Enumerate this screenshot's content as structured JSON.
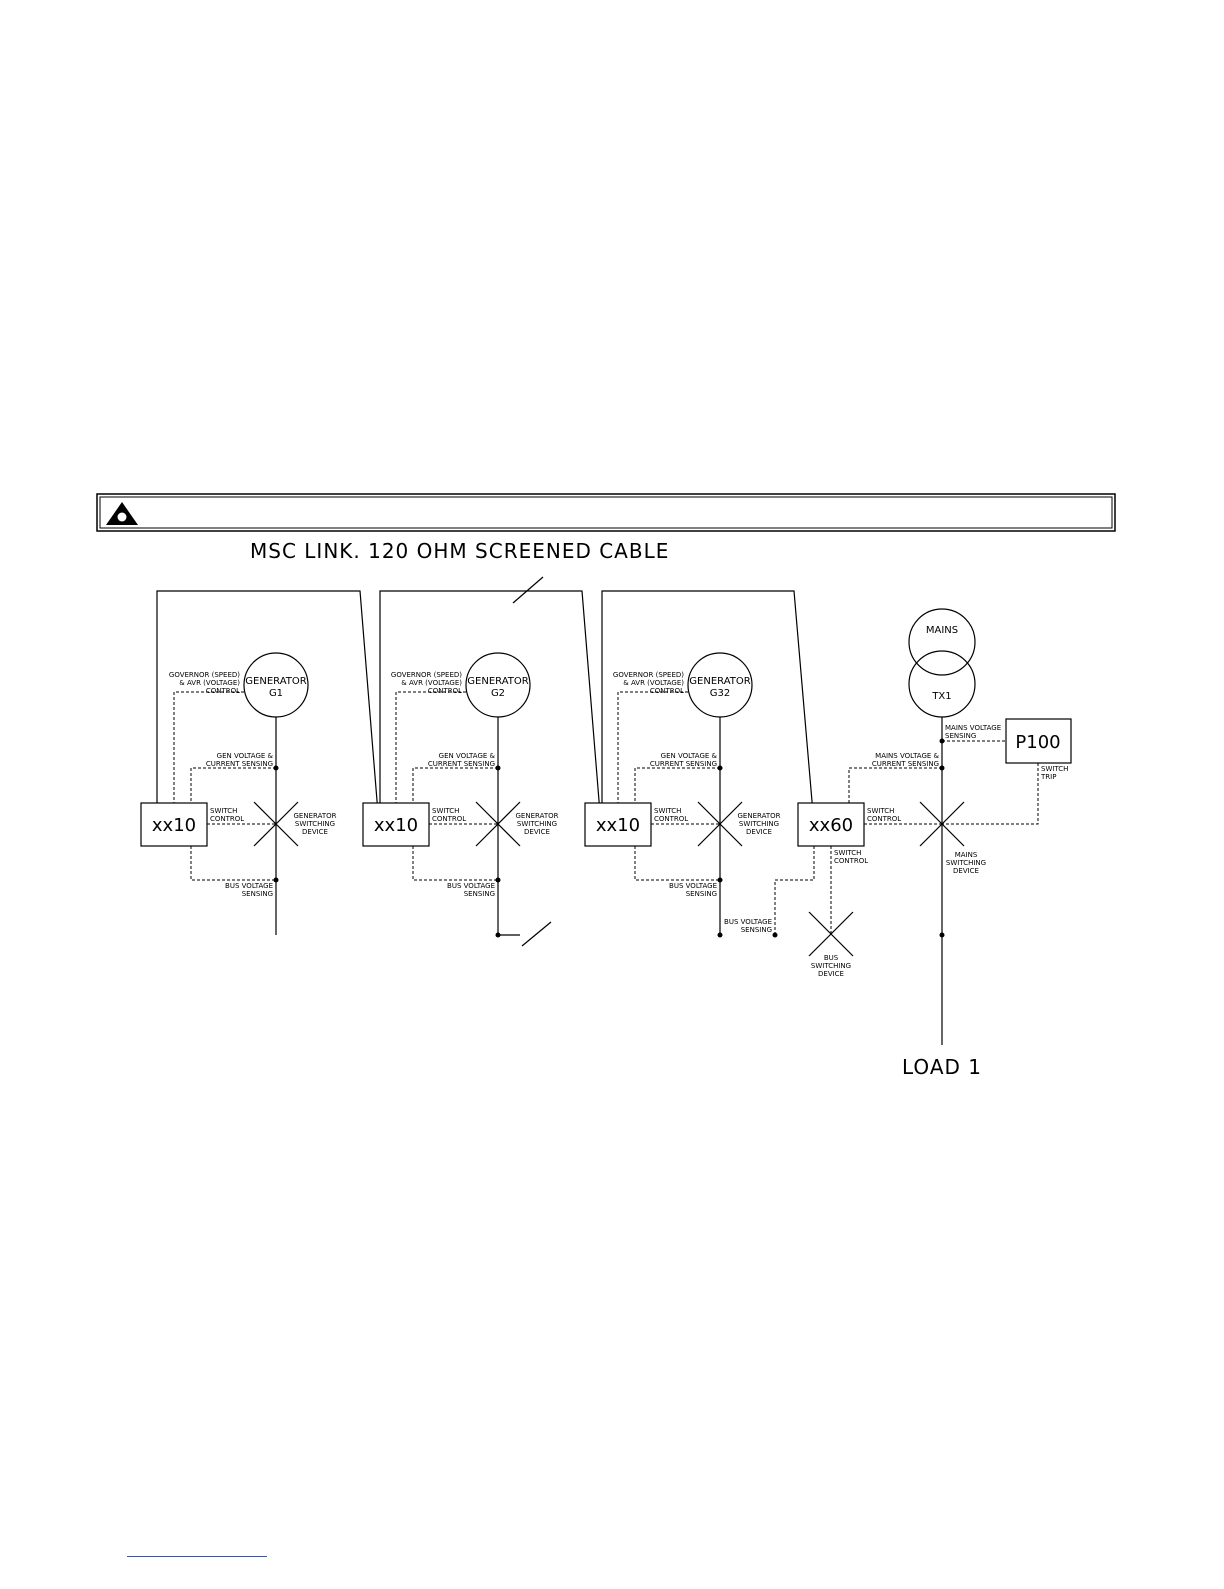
{
  "caption": "MSC LINK. 120 OHM SCREENED CABLE",
  "load_label": "LOAD 1",
  "warning_icon": "warning-triangle-icon",
  "generators": [
    {
      "title": "GENERATOR",
      "id": "G1",
      "controller": "xx10",
      "governor_label": [
        "GOVERNOR (SPEED)",
        "& AVR (VOLTAGE)",
        "CONTROL"
      ],
      "sensing_label": [
        "GEN VOLTAGE &",
        "CURRENT SENSING"
      ],
      "switch_label": [
        "SWITCH",
        "CONTROL"
      ],
      "device_label": [
        "GENERATOR",
        "SWITCHING",
        "DEVICE"
      ],
      "bus_label": [
        "BUS VOLTAGE",
        "SENSING"
      ]
    },
    {
      "title": "GENERATOR",
      "id": "G2",
      "controller": "xx10",
      "governor_label": [
        "GOVERNOR (SPEED)",
        "& AVR (VOLTAGE)",
        "CONTROL"
      ],
      "sensing_label": [
        "GEN VOLTAGE &",
        "CURRENT SENSING"
      ],
      "switch_label": [
        "SWITCH",
        "CONTROL"
      ],
      "device_label": [
        "GENERATOR",
        "SWITCHING",
        "DEVICE"
      ],
      "bus_label": [
        "BUS VOLTAGE",
        "SENSING"
      ]
    },
    {
      "title": "GENERATOR",
      "id": "G32",
      "controller": "xx10",
      "governor_label": [
        "GOVERNOR (SPEED)",
        "& AVR (VOLTAGE)",
        "CONTROL"
      ],
      "sensing_label": [
        "GEN VOLTAGE &",
        "CURRENT SENSING"
      ],
      "switch_label": [
        "SWITCH",
        "CONTROL"
      ],
      "device_label": [
        "GENERATOR",
        "SWITCHING",
        "DEVICE"
      ],
      "bus_label": [
        "BUS VOLTAGE",
        "SENSING"
      ]
    }
  ],
  "mains_controller": {
    "label": "xx60",
    "switch_control_right": [
      "SWITCH",
      "CONTROL"
    ],
    "switch_control_below": [
      "SWITCH",
      "CONTROL"
    ],
    "bus_voltage_sensing": [
      "BUS VOLTAGE",
      "SENSING"
    ],
    "bus_switching_device": [
      "BUS",
      "SWITCHING",
      "DEVICE"
    ],
    "mains_sensing": [
      "MAINS VOLTAGE &",
      "CURRENT SENSING"
    ]
  },
  "mains": {
    "label": "MAINS",
    "transformer": "TX1",
    "voltage_sensing": [
      "MAINS VOLTAGE",
      "SENSING"
    ],
    "switching_device": [
      "MAINS",
      "SWITCHING",
      "DEVICE"
    ]
  },
  "p100": {
    "label": "P100",
    "trip_label": [
      "SWITCH",
      "TRIP"
    ]
  }
}
